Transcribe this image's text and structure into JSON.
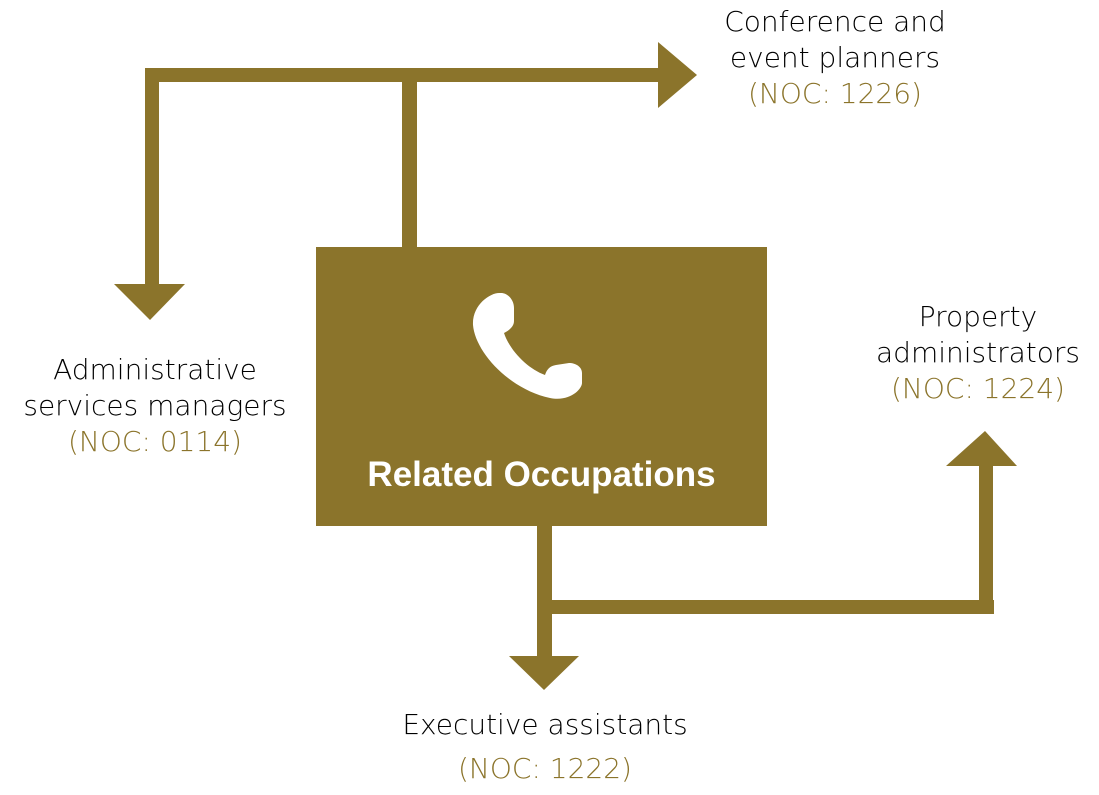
{
  "colors": {
    "accent": "#8b742b",
    "text": "#000000",
    "background": "#ffffff"
  },
  "center": {
    "title": "Related Occupations",
    "icon": "phone-icon"
  },
  "occupations": [
    {
      "key": "conference",
      "lines": [
        "Conference and",
        "event planners"
      ],
      "noc": "(NOC: 1226)"
    },
    {
      "key": "admin",
      "lines": [
        "Administrative",
        "services managers"
      ],
      "noc": "(NOC: 0114)"
    },
    {
      "key": "property",
      "lines": [
        "Property",
        "administrators"
      ],
      "noc": "(NOC: 1224)"
    },
    {
      "key": "executive",
      "lines": [
        "Executive assistants"
      ],
      "noc": "(NOC: 1222)"
    }
  ]
}
